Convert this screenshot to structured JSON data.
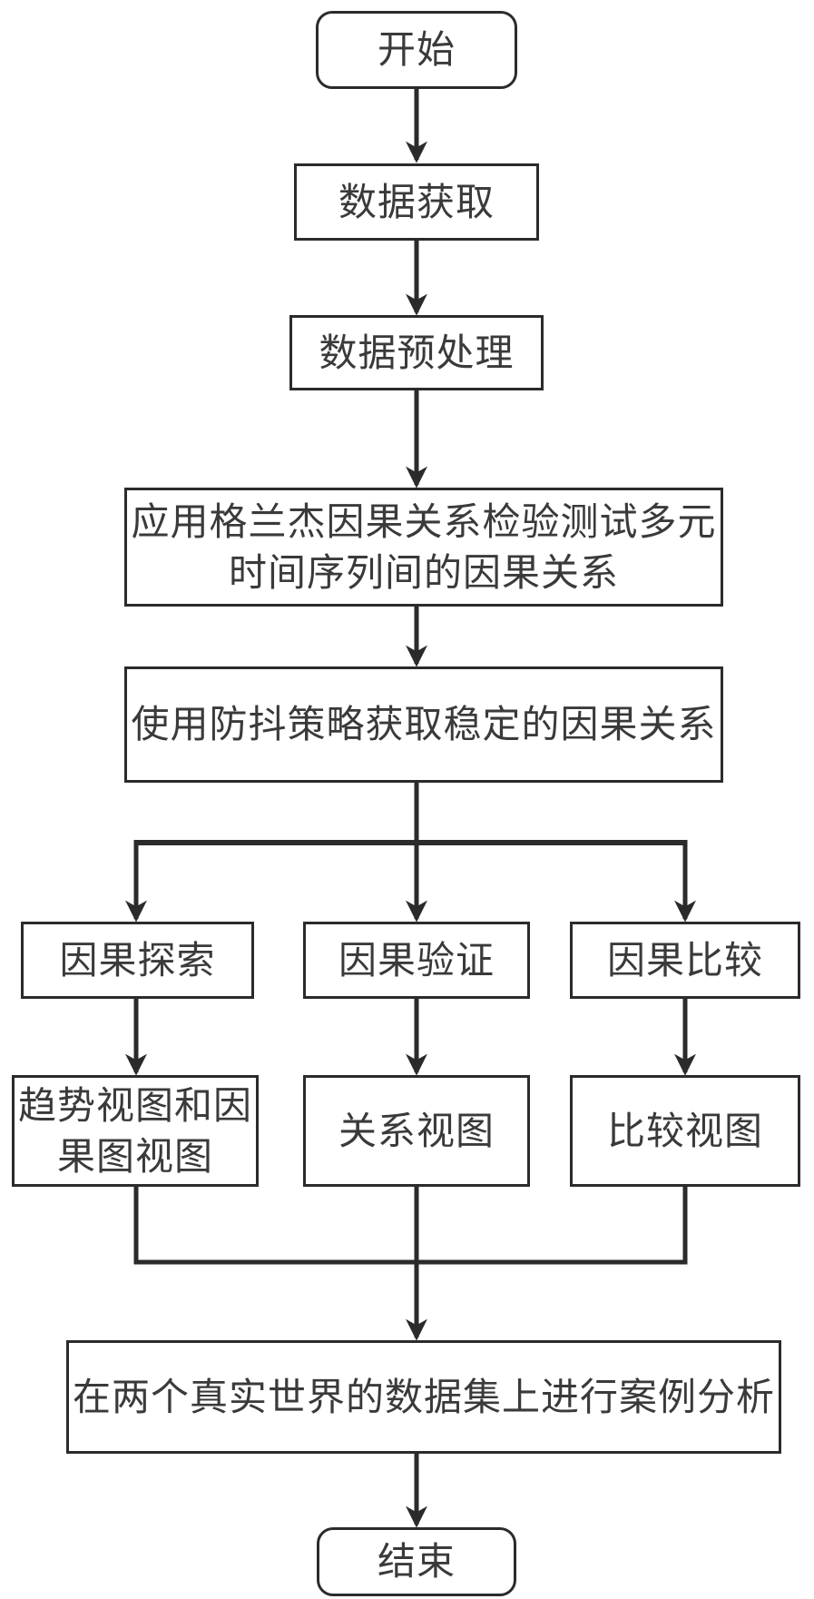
{
  "flowchart": {
    "colors": {
      "background": "#ffffff",
      "line": "#2b2b2b",
      "border": "#2b2b2b",
      "text": "#3a3a3a"
    },
    "nodes": {
      "start": {
        "label": "开始",
        "shape": "rounded"
      },
      "data_acquisition": {
        "label": "数据获取",
        "shape": "rect"
      },
      "data_preprocessing": {
        "label": "数据预处理",
        "shape": "rect"
      },
      "granger_test": {
        "line1": "应用格兰杰因果关系检验测试多元",
        "line2": "时间序列间的因果关系",
        "shape": "rect"
      },
      "debounce_strategy": {
        "label": "使用防抖策略获取稳定的因果关系",
        "shape": "rect"
      },
      "causal_exploration": {
        "label": "因果探索",
        "shape": "rect"
      },
      "causal_verification": {
        "label": "因果验证",
        "shape": "rect"
      },
      "causal_comparison": {
        "label": "因果比较",
        "shape": "rect"
      },
      "trend_and_causal_graph_view": {
        "line1": "趋势视图和因",
        "line2": "果图视图",
        "shape": "rect"
      },
      "relation_view": {
        "label": "关系视图",
        "shape": "rect"
      },
      "comparison_view": {
        "label": "比较视图",
        "shape": "rect"
      },
      "case_analysis": {
        "label": "在两个真实世界的数据集上进行案例分析",
        "shape": "rect"
      },
      "end": {
        "label": "结束",
        "shape": "rounded"
      }
    }
  }
}
